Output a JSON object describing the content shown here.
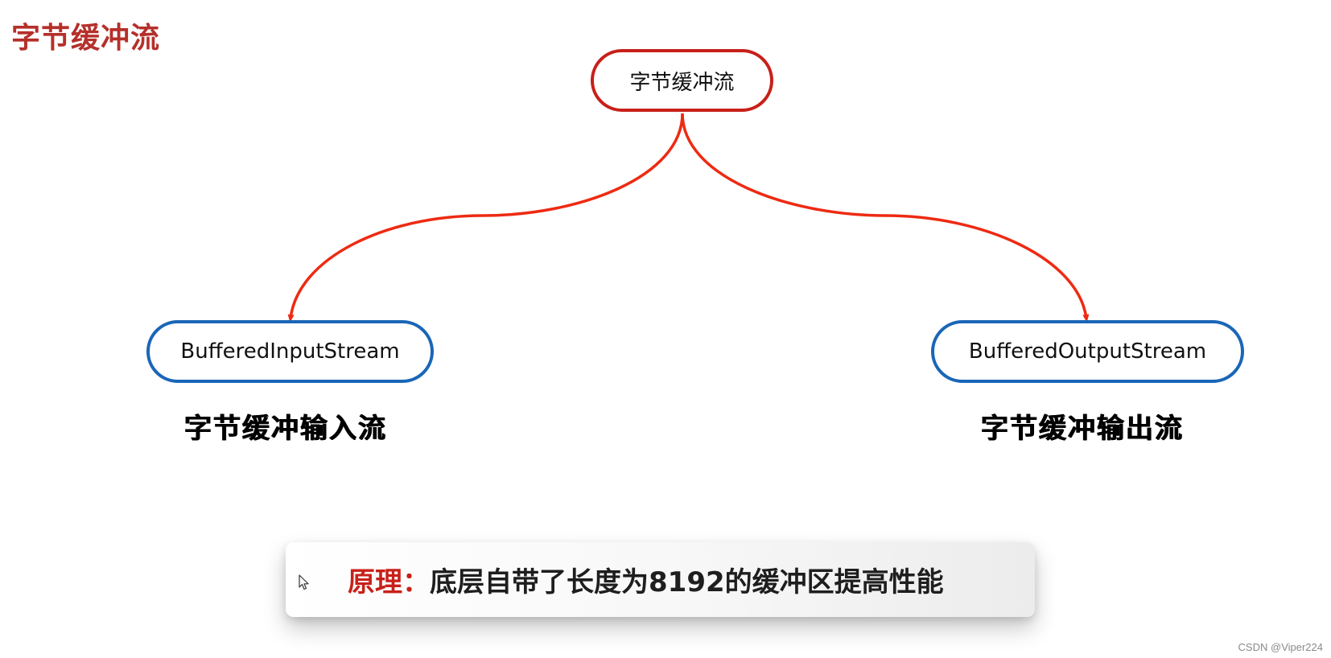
{
  "slide": {
    "title": "字节缓冲流"
  },
  "diagram": {
    "root": {
      "label": "字节缓冲流"
    },
    "children": [
      {
        "label": "BufferedInputStream",
        "caption": "字节缓冲输入流"
      },
      {
        "label": "BufferedOutputStream",
        "caption": "字节缓冲输出流"
      }
    ]
  },
  "principle": {
    "label": "原理：",
    "text": "底层自带了长度为8192的缓冲区提高性能"
  },
  "watermark": "CSDN @Viper224",
  "colors": {
    "title": "#b5302a",
    "root_border": "#c8201a",
    "child_border": "#1a66b8",
    "connector": "#ee2a12",
    "principle_label": "#c8201a"
  }
}
